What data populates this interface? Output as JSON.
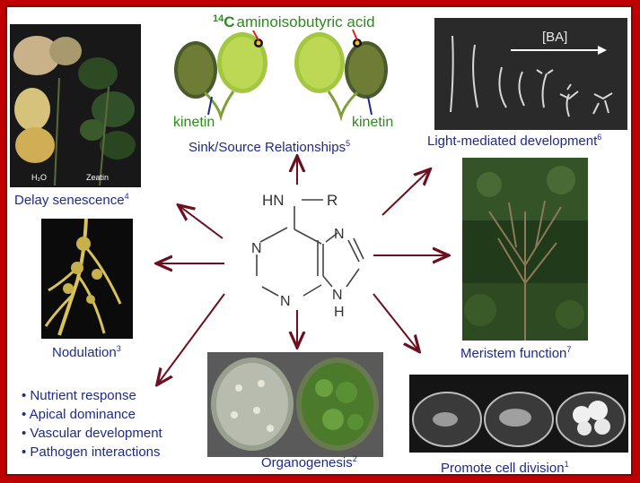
{
  "labels": {
    "aminoisobutyric": "aminoisobutyric acid",
    "c14_mass": "14",
    "c14_element": "C",
    "kinetin_left": "kinetin",
    "kinetin_right": "kinetin",
    "sink_source": "Sink/Source Relationships",
    "sink_source_ref": "5",
    "light": "Light-mediated development",
    "light_ref": "6",
    "ba": "[BA]",
    "delay": "Delay senescence",
    "delay_ref": "4",
    "h2o": "H₂O",
    "zeatin": "Zeatin",
    "nodulation": "Nodulation",
    "nodulation_ref": "3",
    "meristem": "Meristem function",
    "meristem_ref": "7",
    "organogenesis": "Organogenesis",
    "organogenesis_ref": "2",
    "cell_division": "Promote cell division",
    "cell_division_ref": "1"
  },
  "molecule": {
    "hn": "HN",
    "dash": "—",
    "r": "R",
    "n1": "N",
    "n3": "N",
    "n7": "N",
    "n9": "N",
    "h9": "H"
  },
  "bullets": [
    "Nutrient response",
    "Apical dominance",
    "Vascular development",
    "Pathogen interactions"
  ],
  "colors": {
    "border": "#c00000",
    "label_blue": "#1f2a8a",
    "kinetin_green": "#2d8a1c",
    "arrow": "#6b1020"
  }
}
